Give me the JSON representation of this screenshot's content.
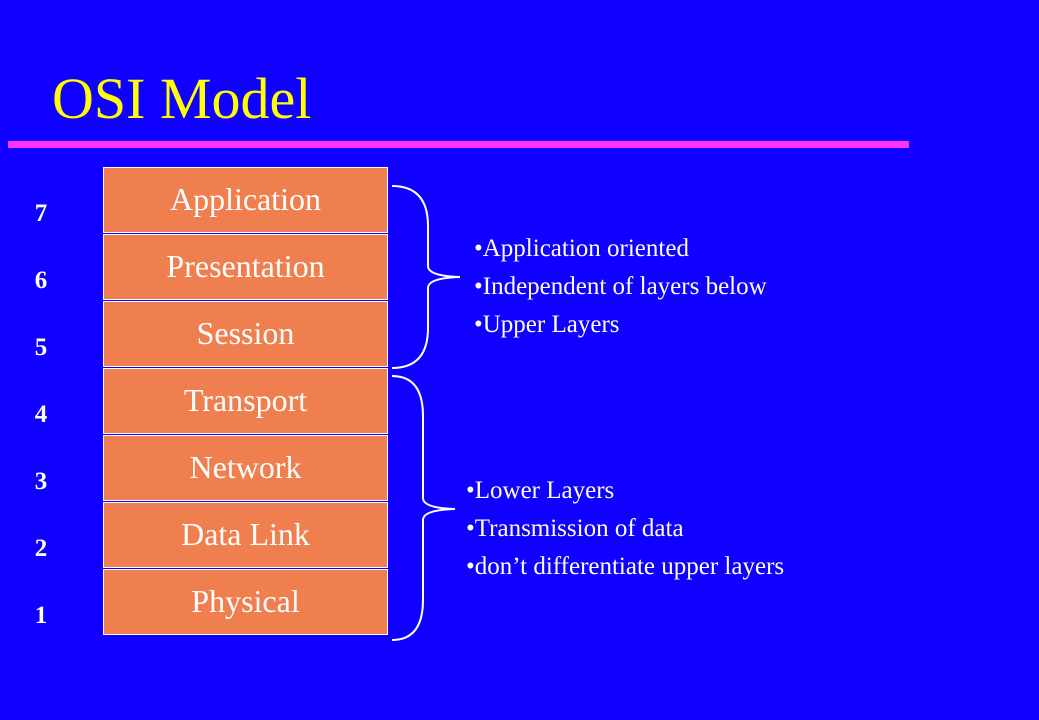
{
  "title": "OSI Model",
  "colors": {
    "background": "#0f00ff",
    "title": "#ffff00",
    "rule": "#ff33ff",
    "layer_fill": "#f07f4f",
    "text": "#ffffff"
  },
  "layers": [
    {
      "number": "7",
      "name": "Application"
    },
    {
      "number": "6",
      "name": "Presentation"
    },
    {
      "number": "5",
      "name": "Session"
    },
    {
      "number": "4",
      "name": "Transport"
    },
    {
      "number": "3",
      "name": "Network"
    },
    {
      "number": "2",
      "name": "Data Link"
    },
    {
      "number": "1",
      "name": "Physical"
    }
  ],
  "upper_group": {
    "bullets": [
      "•Application oriented",
      "•Independent of layers below",
      "•Upper Layers"
    ]
  },
  "lower_group": {
    "bullets": [
      "•Lower Layers",
      "•Transmission of data",
      "•don’t differentiate upper layers"
    ]
  }
}
